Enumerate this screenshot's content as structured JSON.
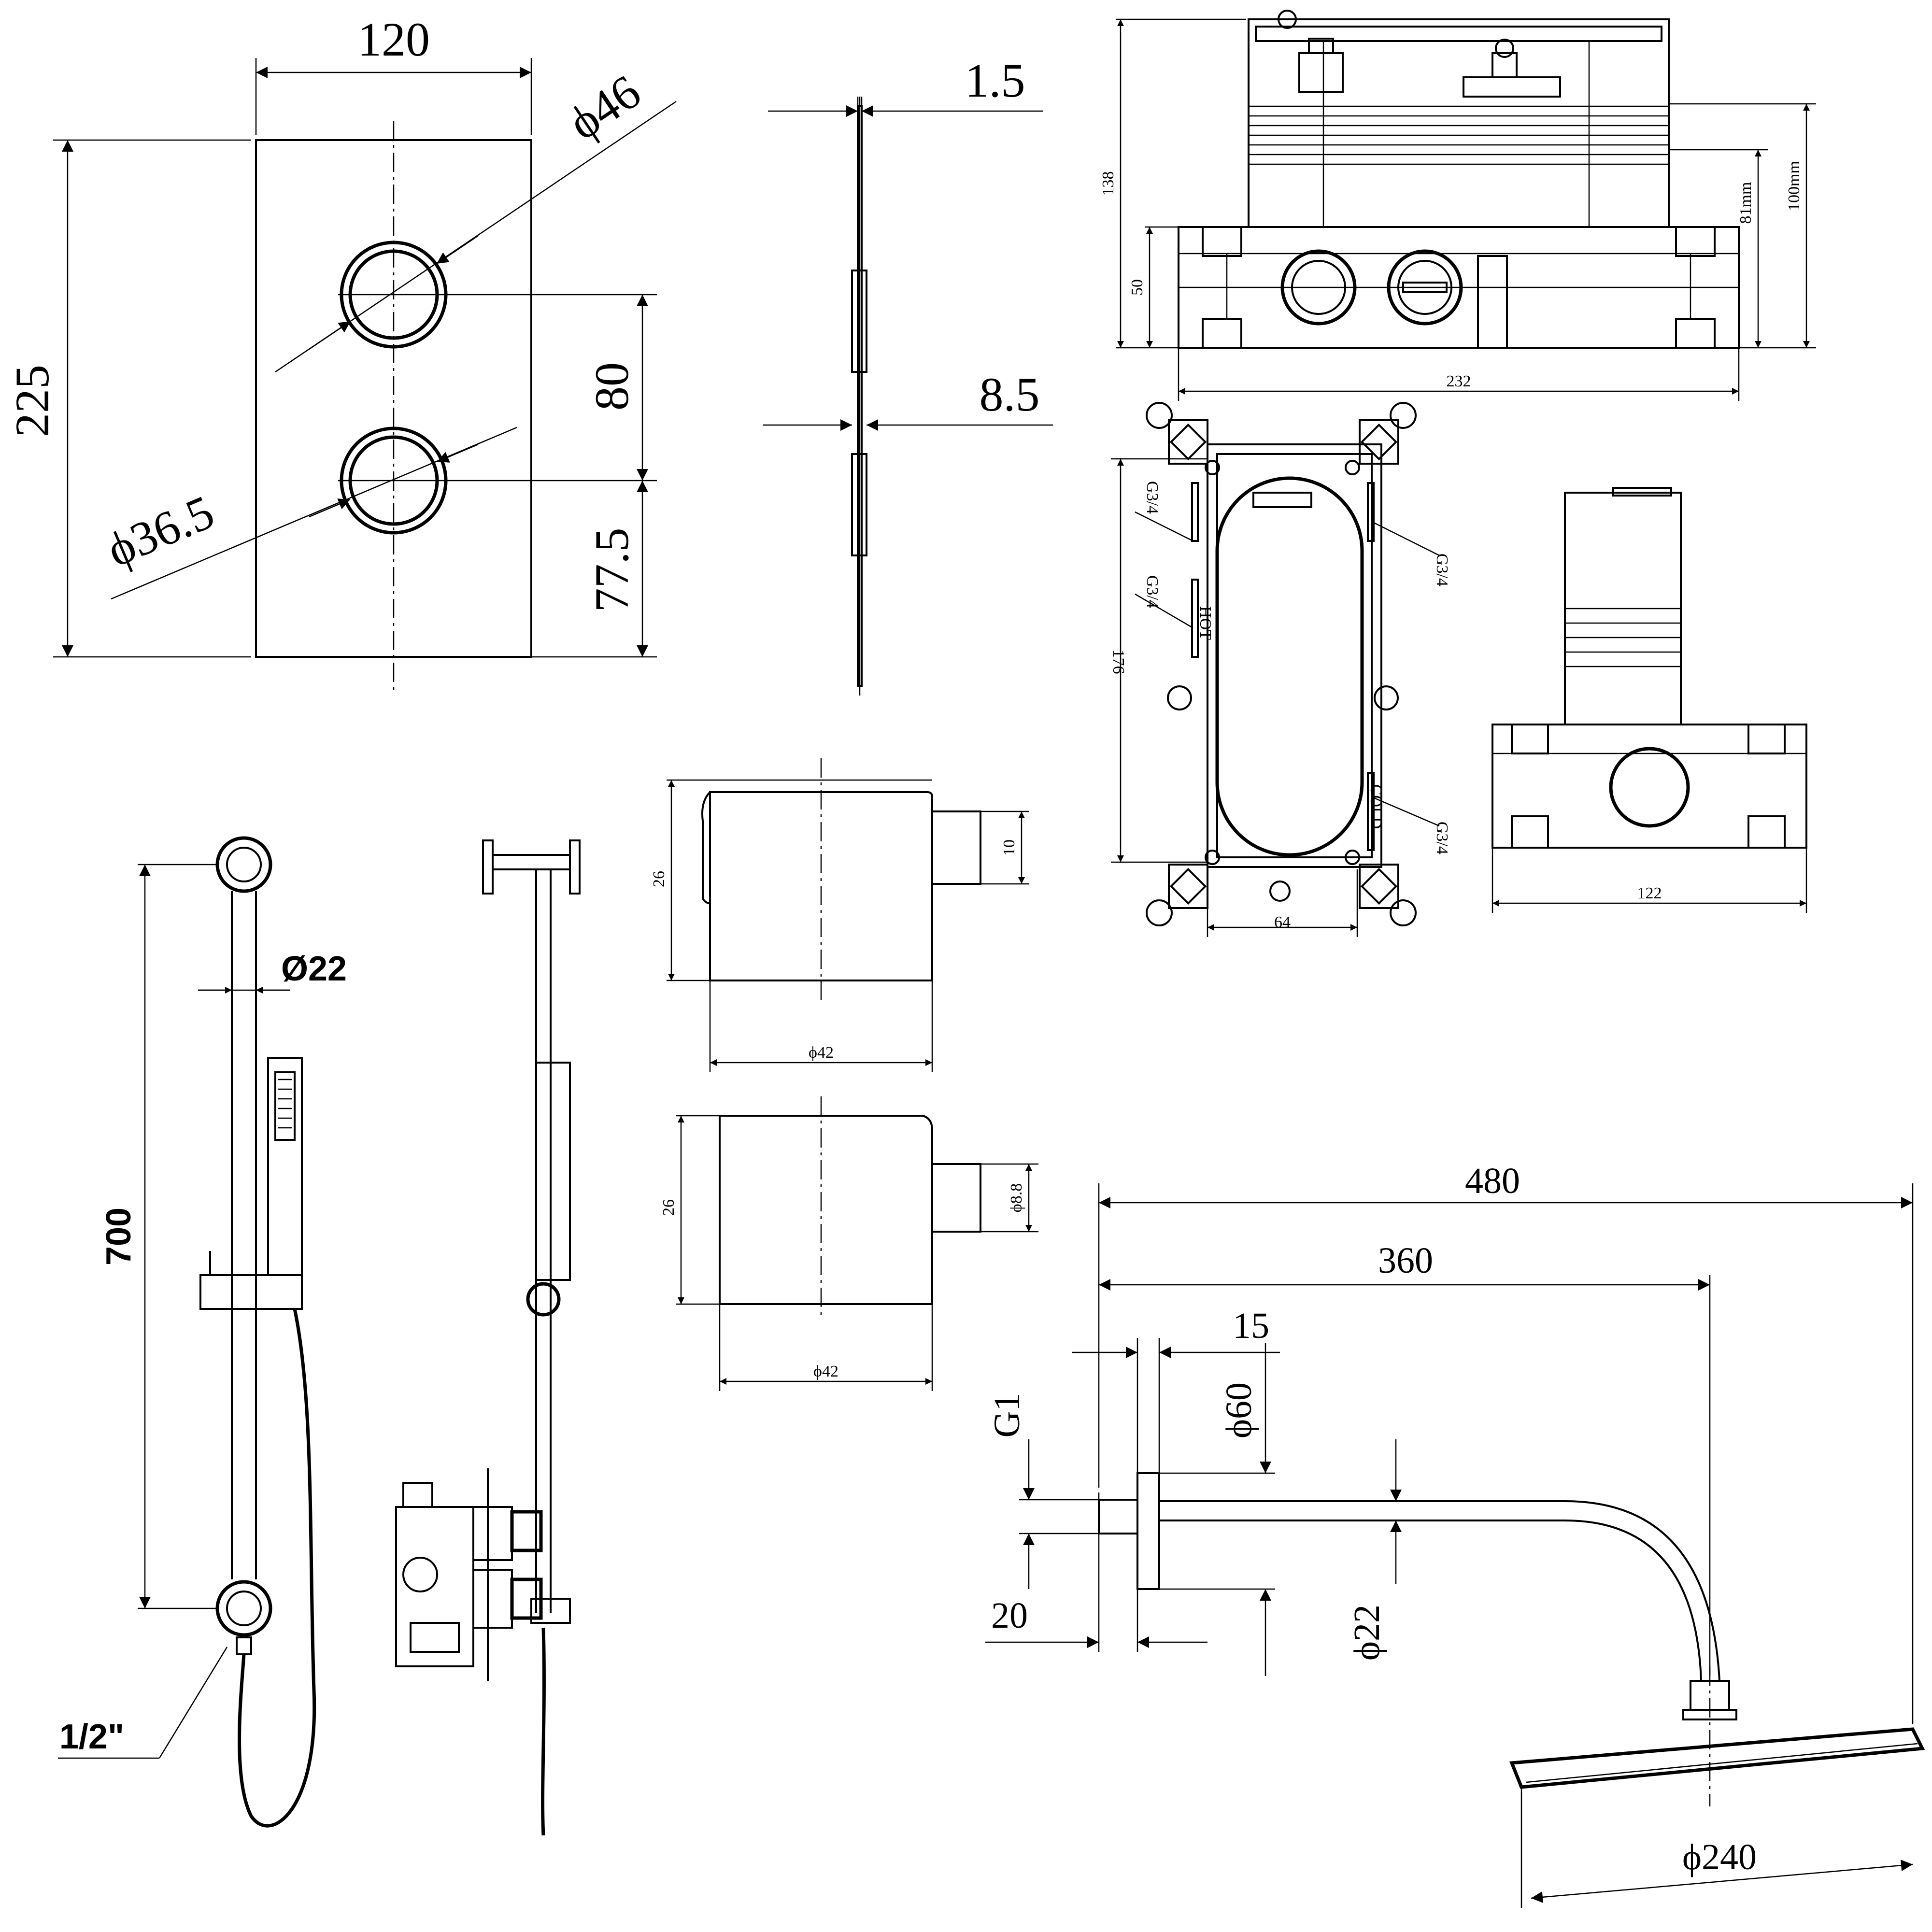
{
  "faceplate": {
    "width": "120",
    "height": "225",
    "large_diameter": "ϕ46",
    "small_diameter": "ϕ36.5",
    "spacing_upper": "80",
    "spacing_lower": "77.5"
  },
  "plate_side": {
    "thickness": "1.5",
    "depth": "8.5"
  },
  "valve_body": {
    "height_total": "138",
    "base_height": "50",
    "inner_height": "81mm",
    "outer_height": "100mm",
    "width": "232"
  },
  "mounting_frame": {
    "height": "176",
    "bottom_width": "64",
    "port_labels": [
      "G3/4",
      "G3/4",
      "G3/4",
      "G3/4"
    ],
    "hot_label": "HOT",
    "cold_label": "COLD"
  },
  "valve_side": {
    "width": "122"
  },
  "handle_top": {
    "height": "26",
    "diameter": "ϕ42",
    "spindle": "10"
  },
  "handle_bottom": {
    "height": "26",
    "diameter": "ϕ42",
    "spindle": "ϕ8.8"
  },
  "riser": {
    "length": "700",
    "rail_diameter": "Ø22",
    "hose_connection": "1/2\""
  },
  "shower_arm": {
    "total_length": "480",
    "arm_length": "360",
    "flange_depth": "15",
    "thread": "G1",
    "flange_diameter": "ϕ60",
    "arm_diameter": "ϕ22",
    "wall_offset": "20",
    "head_diameter": "ϕ240"
  }
}
